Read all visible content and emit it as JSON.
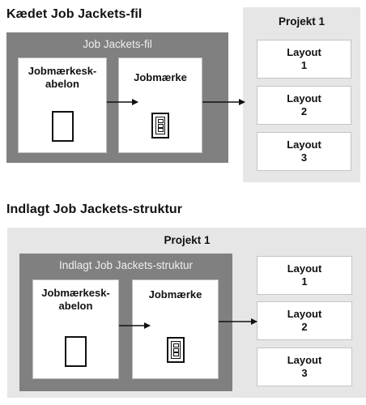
{
  "linked": {
    "title": "Kædet Job Jackets-fil",
    "jj_file_label": "Job Jackets-fil",
    "template_label_line1": "Jobmærkesk-",
    "template_label_line2": "abelon",
    "ticket_label": "Jobmærke",
    "project_label": "Projekt 1",
    "layouts": [
      {
        "word": "Layout",
        "num": "1"
      },
      {
        "word": "Layout",
        "num": "2"
      },
      {
        "word": "Layout",
        "num": "3"
      }
    ]
  },
  "embedded": {
    "title": "Indlagt Job Jackets-struktur",
    "project_label": "Projekt 1",
    "structure_label": "Indlagt Job Jackets-struktur",
    "template_label_line1": "Jobmærkesk-",
    "template_label_line2": "abelon",
    "ticket_label": "Jobmærke",
    "layouts": [
      {
        "word": "Layout",
        "num": "1"
      },
      {
        "word": "Layout",
        "num": "2"
      },
      {
        "word": "Layout",
        "num": "3"
      }
    ]
  },
  "icons": {
    "template": "blank-page-icon",
    "ticket": "job-ticket-icon",
    "arrow": "arrow-right-icon"
  },
  "colors": {
    "dark_panel": "#808080",
    "light_panel": "#e6e6e6",
    "box": "#ffffff"
  }
}
